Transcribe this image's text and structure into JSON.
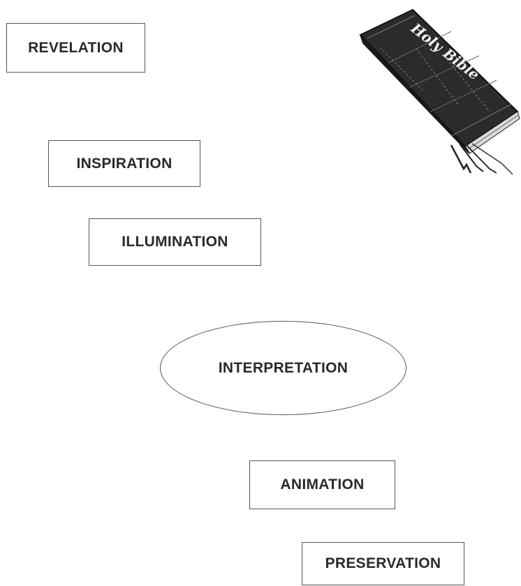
{
  "nodes": {
    "revelation": "REVELATION",
    "inspiration": "INSPIRATION",
    "illumination": "ILLUMINATION",
    "interpretation": "INTERPRETATION",
    "animation": "ANIMATION",
    "preservation": "PRESERVATION"
  },
  "illustration": {
    "bible_title": "Holy Bible",
    "icon": "bible-illustration-icon"
  }
}
